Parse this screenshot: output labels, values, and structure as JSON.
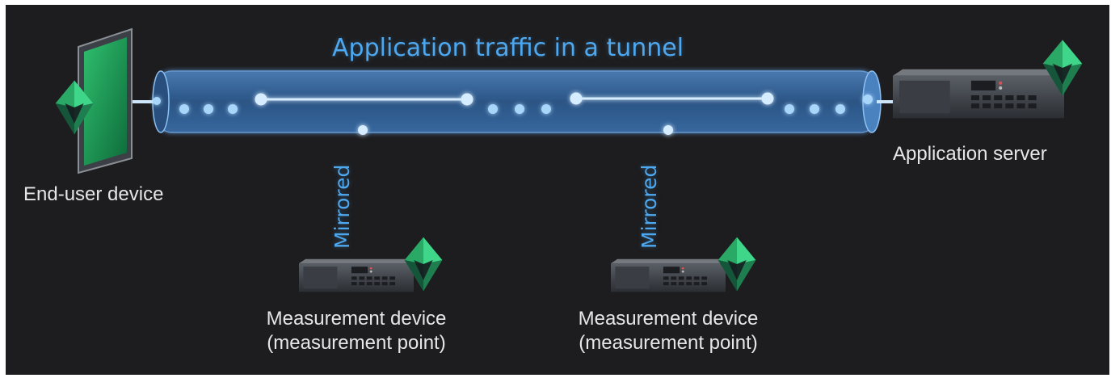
{
  "diagram": {
    "tunnel_label": "Application traffic in a tunnel",
    "mirror_label": "Mirrored",
    "nodes": {
      "end_user": {
        "label": "End-user device"
      },
      "server": {
        "label": "Application server"
      },
      "probe_1": {
        "label_line1": "Measurement device",
        "label_line2": "(measurement point)"
      },
      "probe_2": {
        "label_line1": "Measurement device",
        "label_line2": "(measurement point)"
      }
    },
    "colors": {
      "background": "#1d1d1f",
      "tunnel": "#3b6fa8",
      "accent": "#4ea8f0",
      "gem": "#2fb06d",
      "label": "#e6e6e6"
    }
  }
}
